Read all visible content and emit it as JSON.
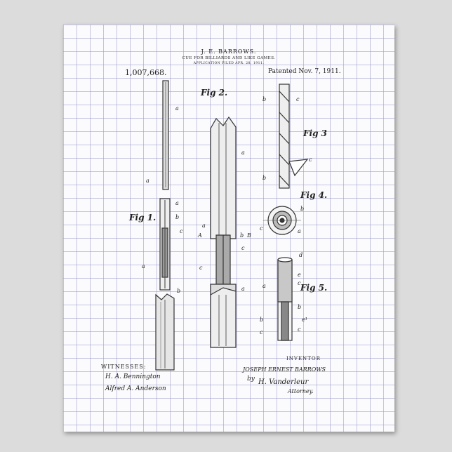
{
  "header": {
    "inventor_short": "J. E. BARROWS.",
    "title": "CUE FOR BILLIARDS AND LIKE GAMES.",
    "filed": "APPLICATION FILED APR. 28, 1911.",
    "patent_number": "1,007,668.",
    "patented": "Patented Nov. 7, 1911."
  },
  "figures": {
    "fig1": "Fig 1.",
    "fig2": "Fig 2.",
    "fig3": "Fig 3",
    "fig4": "Fig 4.",
    "fig5": "Fig 5."
  },
  "labels": {
    "a": "a",
    "b": "b",
    "c": "c",
    "d": "d",
    "e": "e",
    "e1": "e¹",
    "A": "A",
    "B": "B"
  },
  "footer": {
    "witnesses": "WITNESSES:",
    "witness1": "H. A. Bennington",
    "witness2": "Alfred A. Anderson",
    "inventor_label": "INVENTOR",
    "inventor_name": "JOSEPH ERNEST BARROWS",
    "by": "by",
    "attorney_sig": "H. Vanderleur",
    "attorney": "Attorney."
  }
}
